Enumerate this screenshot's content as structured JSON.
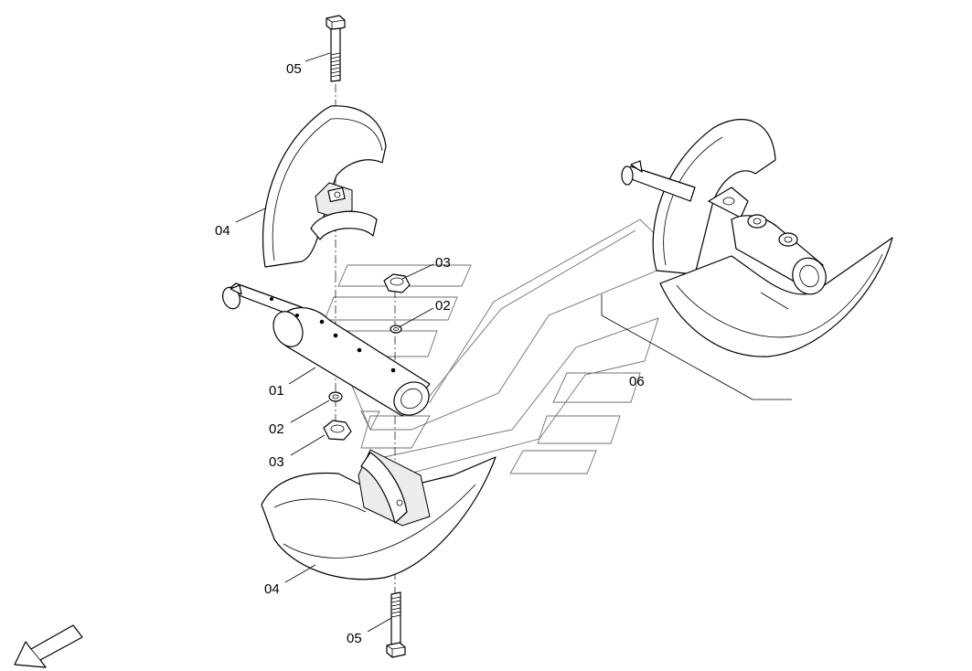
{
  "diagram": {
    "callouts": {
      "bolt_top": "05",
      "upper_cover": "04",
      "nut_top": "03",
      "washer_top": "02",
      "shaft": "01",
      "washer_bottom": "02",
      "nut_bottom": "03",
      "lower_cover": "04",
      "bolt_bottom": "05",
      "assembly": "06"
    },
    "icons": [
      "direction-arrow-icon",
      "watermark-logo"
    ]
  }
}
